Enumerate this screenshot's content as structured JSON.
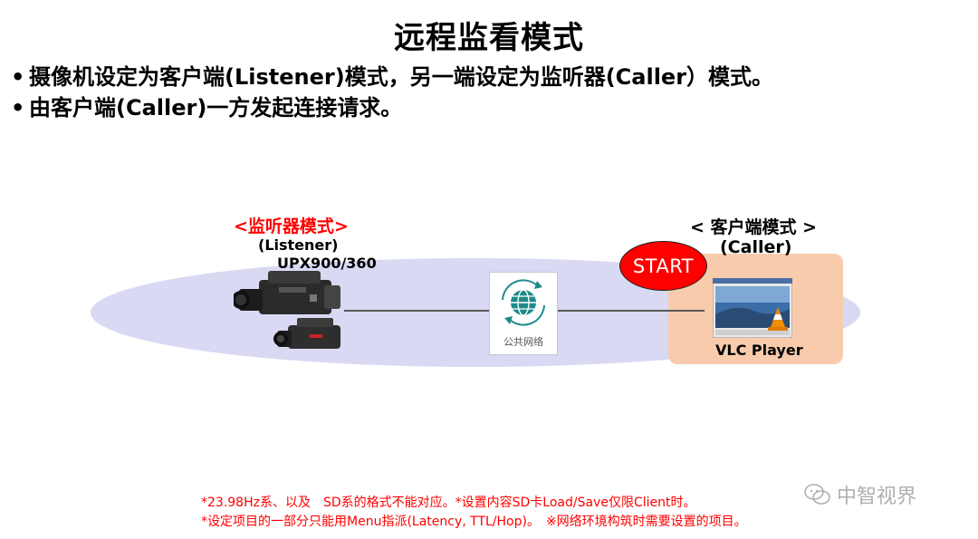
{
  "title": "远程监看模式",
  "bullets": [
    "摄像机设定为客户端(Listener)模式，另一端设定为监听器(Caller）模式。",
    "由客户端(Caller)一方发起连接请求。"
  ],
  "bullet_symbol": "•",
  "listener": {
    "title": "<监听器模式>",
    "subtitle": "(Listener)",
    "model": "UPX900/360"
  },
  "caller": {
    "title": "< 客户端模式 >",
    "subtitle": "(Caller)",
    "start_label": "START",
    "player_label": "VLC Player"
  },
  "network": {
    "label": "公共网络",
    "icon": "globe-icon"
  },
  "footnotes": [
    "*23.98Hz系、以及　SD系的格式不能对应。*设置内容SD卡Load/Save仅限Client时。",
    "*设定项目的一部分只能用Menu指派(Latency, TTL/Hop)。　※网络环境构筑时需要设置的项目。"
  ],
  "watermark": "中智视界",
  "colors": {
    "accent_red": "#ff0000",
    "ellipse": "#d9d9f4",
    "caller_box": "#f8cbad",
    "network_teal": "#1f8a8a"
  }
}
